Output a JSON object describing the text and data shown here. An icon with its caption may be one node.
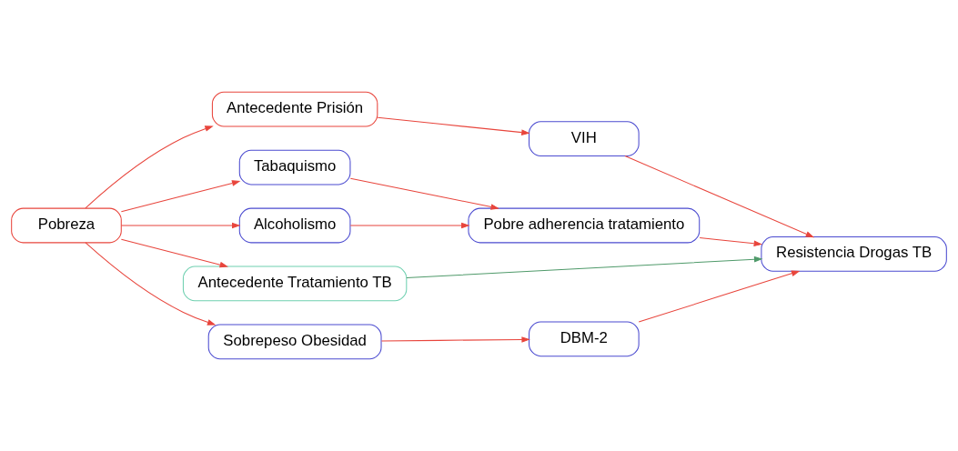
{
  "diagram": {
    "nodes": [
      {
        "text": [
          "Pobreza"
        ]
      },
      {
        "text": [
          "Antecedente Prisión"
        ]
      },
      {
        "text": [
          "VIH"
        ]
      },
      {
        "text": [
          "Tabaquismo"
        ]
      },
      {
        "text": [
          "Alcoholismo"
        ]
      },
      {
        "text": [
          "Pobre adherencia tratamiento"
        ]
      },
      {
        "text": [
          "Antecedente Tratamiento TB"
        ]
      },
      {
        "text": [
          "Resistencia Drogas TB"
        ]
      },
      {
        "text": [
          "Sobrepeso Obesidad"
        ]
      },
      {
        "text": [
          "DBM-2"
        ]
      }
    ],
    "edges": [
      {
        "from": 0,
        "to": 1,
        "arrow": "to"
      },
      {
        "from": 1,
        "to": 2,
        "arrow": "to"
      },
      {
        "from": 0,
        "to": 3,
        "arrow": "to"
      },
      {
        "from": 0,
        "to": 4,
        "arrow": "to"
      },
      {
        "from": 0,
        "to": 6,
        "arrow": "to"
      },
      {
        "from": 0,
        "to": 8,
        "arrow": "to"
      },
      {
        "from": 3,
        "to": 5,
        "arrow": "to"
      },
      {
        "from": 4,
        "to": 5,
        "arrow": "to"
      },
      {
        "from": 2,
        "to": 7,
        "arrow": "to"
      },
      {
        "from": 5,
        "to": 7,
        "arrow": "to"
      },
      {
        "from": 6,
        "to": 7,
        "arrow": "to",
        "color": "#4f9a6a"
      },
      {
        "from": 8,
        "to": 9,
        "arrow": "to"
      },
      {
        "from": 9,
        "to": 7,
        "arrow": "to"
      }
    ]
  }
}
